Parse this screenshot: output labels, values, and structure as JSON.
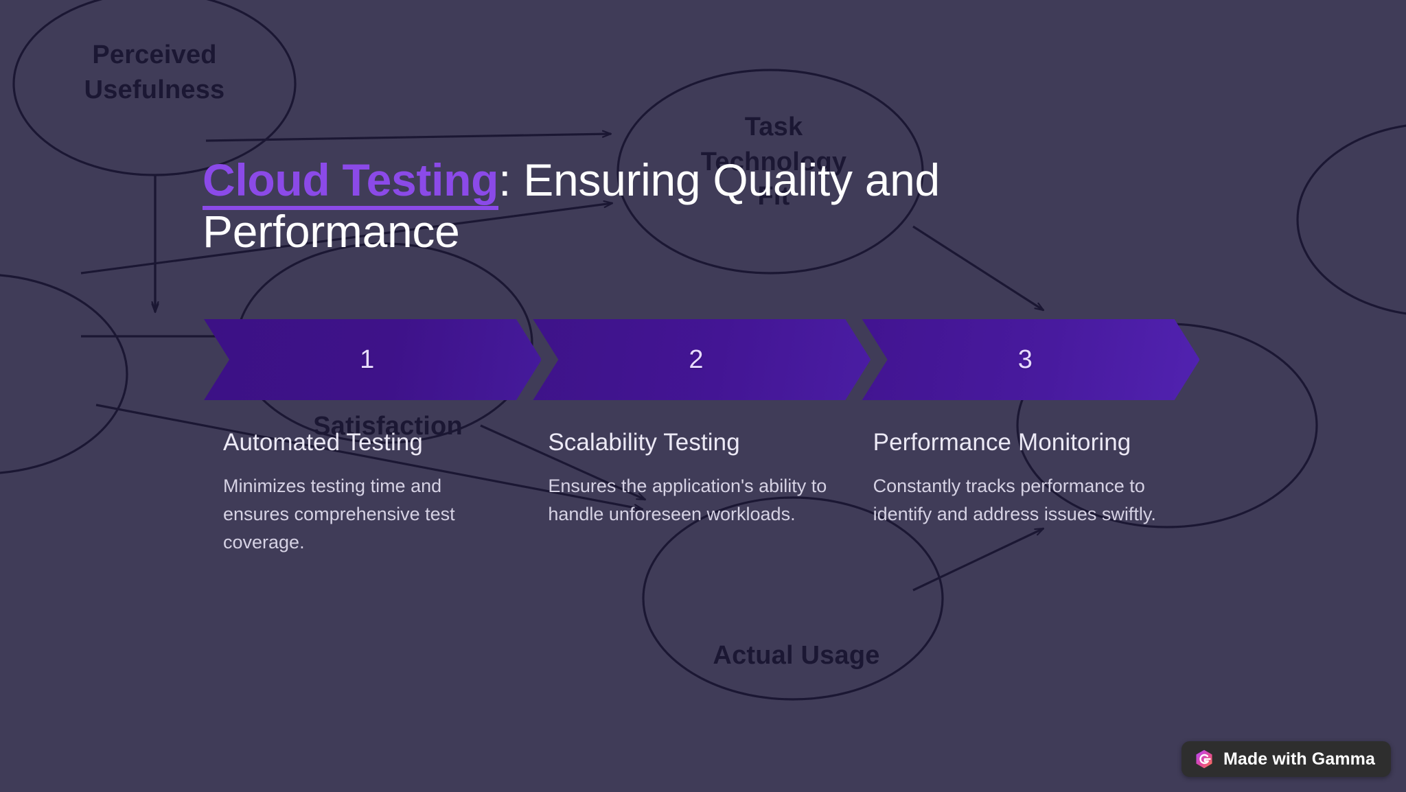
{
  "slide": {
    "background_color": "#403c58",
    "accent_color": "#8b4ae8",
    "title_prefix": "Cloud Testing",
    "title_rest": ": Ensuring Quality and Performance"
  },
  "steps": [
    {
      "number": "1",
      "heading": "Automated Testing",
      "body": "Minimizes testing time and ensures comprehensive test coverage."
    },
    {
      "number": "2",
      "heading": "Scalability Testing",
      "body": "Ensures the application's ability to handle unforeseen workloads."
    },
    {
      "number": "3",
      "heading": "Performance Monitoring",
      "body": "Constantly tracks performance to identify and address issues swiftly."
    }
  ],
  "background_diagram": {
    "node_color": "#1b1733",
    "nodes": [
      {
        "label": "Perceived\nUsefulness"
      },
      {
        "label": "Task\nTechnology\nFit"
      },
      {
        "label": "User\nSatisfaction"
      },
      {
        "label": "Actual Usage"
      }
    ]
  },
  "badge": {
    "label": "Made with Gamma",
    "icon": "gamma-logo-icon"
  }
}
